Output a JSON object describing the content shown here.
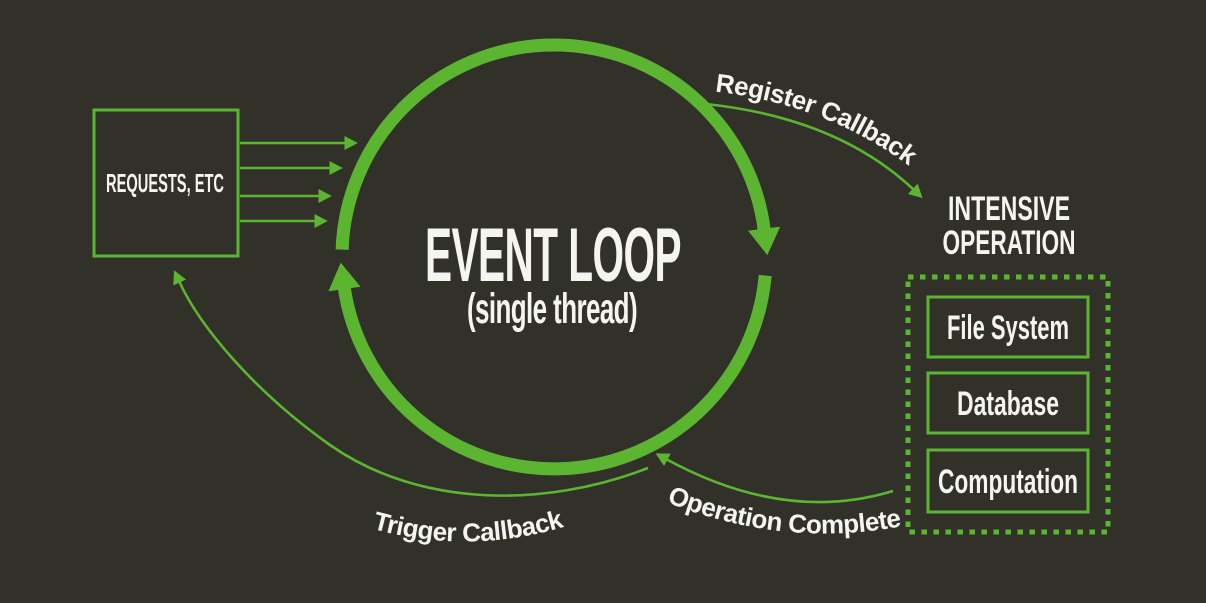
{
  "diagram": {
    "title": "EVENT LOOP",
    "subtitle": "(single thread)"
  },
  "requests_box": {
    "label": "REQUESTS, ETC"
  },
  "flow_labels": {
    "register_callback": "Register Callback",
    "operation_complete": "Operation Complete",
    "trigger_callback": "Trigger Callback"
  },
  "intensive_operation": {
    "heading_line1": "INTENSIVE",
    "heading_line2": "OPERATION",
    "items": [
      {
        "label": "File System"
      },
      {
        "label": "Database"
      },
      {
        "label": "Computation"
      }
    ]
  },
  "colors": {
    "background": "#31312a",
    "accent_green": "#5cb531",
    "text_white": "#f4f4f0"
  }
}
